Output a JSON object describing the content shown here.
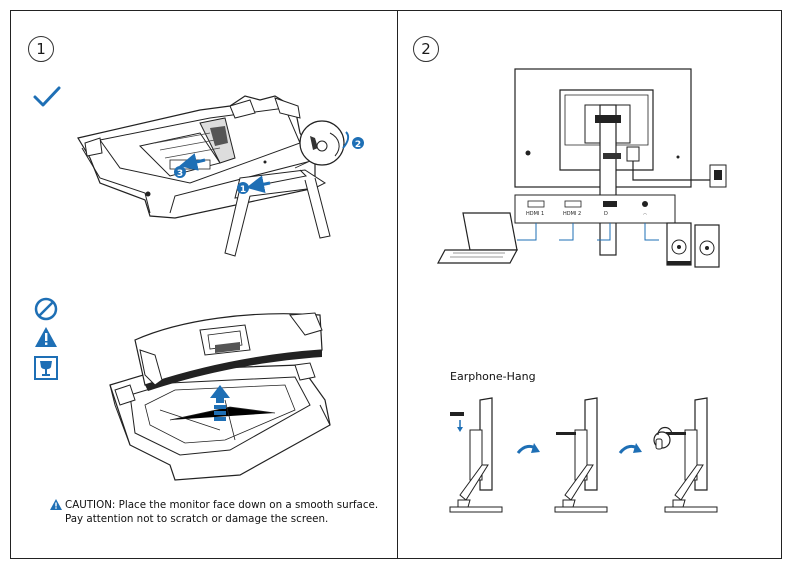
{
  "panels": [
    {
      "step": "1"
    },
    {
      "step": "2"
    }
  ],
  "caution": {
    "line1": "CAUTION: Place the monitor face down on a smooth surface.",
    "line2": "Pay attention not to scratch or damage the screen."
  },
  "ports": [
    "HDMI 1",
    "HDMI 2",
    "D"
  ],
  "earphone_hang": {
    "title": "Earphone-Hang"
  },
  "callouts": [
    "1",
    "2",
    "3"
  ],
  "colors": {
    "accent": "#1e6fb5",
    "line": "#222222",
    "fill": "#ffffff"
  },
  "icons": [
    "check-icon",
    "no-icon",
    "warning-icon",
    "fragile-icon",
    "caution-icon"
  ]
}
